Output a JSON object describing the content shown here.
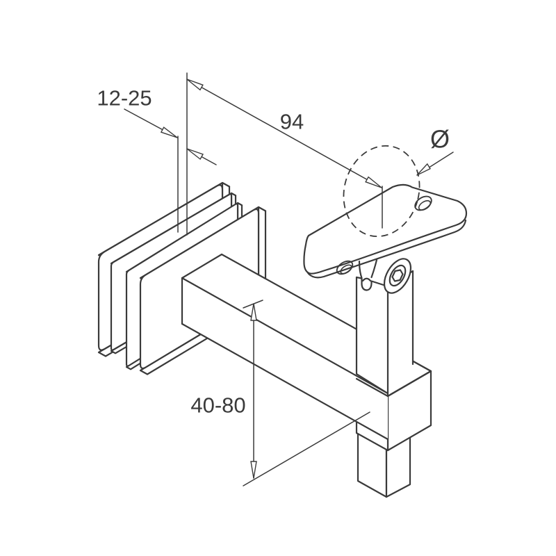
{
  "drawing": {
    "type": "isometric technical drawing",
    "subject": "adjustable handrail bracket with glass clamp",
    "dimensions": {
      "glass_thickness": "12-25",
      "arm_projection": "94",
      "diameter_symbol": "Ø",
      "height_range": "40-80"
    },
    "style": {
      "line_color": "#3a3a3a",
      "background_color": "#ffffff",
      "text_color": "#3a3a3a"
    }
  }
}
